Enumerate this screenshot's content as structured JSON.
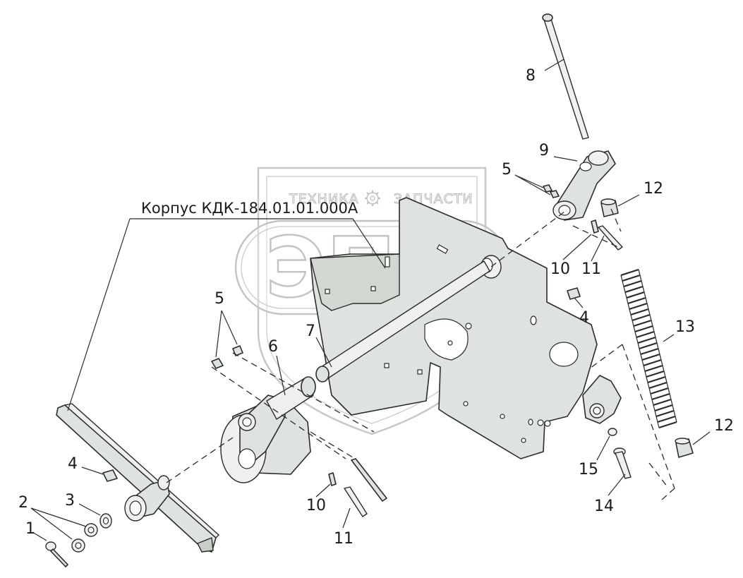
{
  "title": "Корпус КДК-184.01.01.000А",
  "watermark": {
    "brand_left": "ТЕХНИКА",
    "brand_right": "ЗАПЧАСТИ",
    "logo": "ЭПФ",
    "gear_icon": "gear-icon"
  },
  "callouts": {
    "c1": "1",
    "c2": "2",
    "c3": "3",
    "c4a": "4",
    "c4b": "4",
    "c5a": "5",
    "c5b": "5",
    "c6": "6",
    "c7": "7",
    "c8": "8",
    "c9": "9",
    "c10a": "10",
    "c10b": "10",
    "c11a": "11",
    "c11b": "11",
    "c12a": "12",
    "c12b": "12",
    "c13": "13",
    "c14": "14",
    "c15": "15"
  },
  "colors": {
    "line": "#2b2b2b",
    "part_fill": "#dfe3df",
    "watermark": "#c4c4c4"
  }
}
